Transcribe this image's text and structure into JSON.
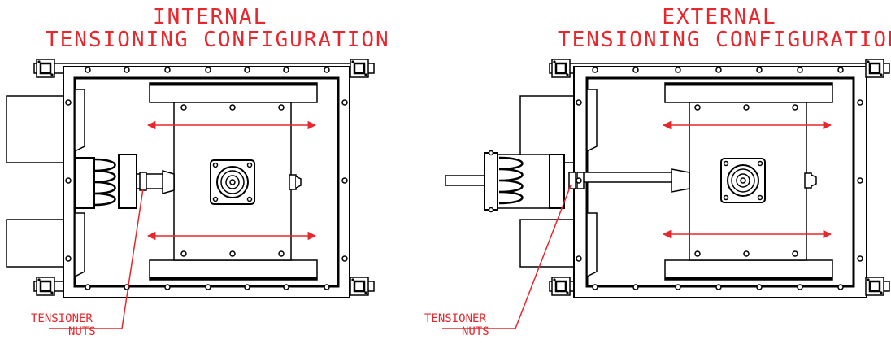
{
  "left": {
    "title_line1": "INTERNAL",
    "title_line2": "TENSIONING CONFIGURATION",
    "callout_line1": "TENSIONER",
    "callout_line2": "NUTS"
  },
  "right": {
    "title_line1": "EXTERNAL",
    "title_line2": "TENSIONING CONFIGURATION",
    "callout_line1": "TENSIONER",
    "callout_line2": "NUTS"
  },
  "colors": {
    "annotation": "#e8262b",
    "linework": "#000000",
    "fill": "#ffffff"
  }
}
